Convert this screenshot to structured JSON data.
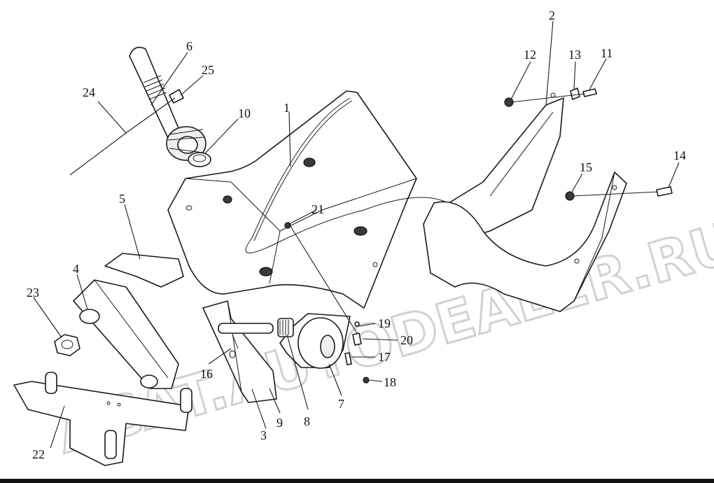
{
  "watermark": "ACAT.AUTODEALER.RU",
  "callouts": {
    "c1": "1",
    "c2": "2",
    "c3": "3",
    "c4": "4",
    "c5": "5",
    "c6": "6",
    "c7": "7",
    "c8": "8",
    "c9": "9",
    "c10": "10",
    "c11": "11",
    "c12": "12",
    "c13": "13",
    "c14": "14",
    "c15": "15",
    "c16": "16",
    "c17": "17",
    "c18": "18",
    "c19": "19",
    "c20": "20",
    "c21": "21",
    "c22": "22",
    "c23": "23",
    "c24": "24",
    "c25": "25"
  }
}
